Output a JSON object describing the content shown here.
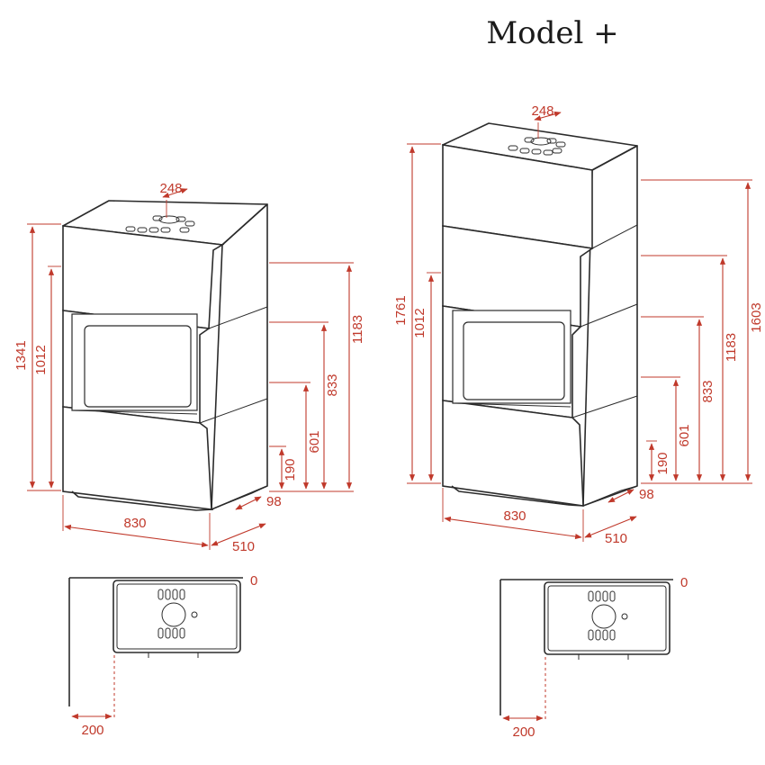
{
  "title": "Model +",
  "colors": {
    "dimension": "#c0392b",
    "outline": "#2b2b2b",
    "background": "#ffffff"
  },
  "left_model": {
    "dims": {
      "total_height": "1341",
      "door_top": "1012",
      "flue_height": "1183",
      "door_height": "833",
      "mid_height": "601",
      "air_inlet": "190",
      "depth_offset": "98",
      "width": "830",
      "depth": "510",
      "flue_offset": "248"
    },
    "plan": {
      "wall_zero": "0",
      "wall_distance": "200"
    }
  },
  "right_model": {
    "dims": {
      "total_height": "1761",
      "door_top": "1012",
      "flue_height": "1603",
      "upper_height": "1183",
      "door_height": "833",
      "mid_height": "601",
      "air_inlet": "190",
      "depth_offset": "98",
      "width": "830",
      "depth": "510",
      "flue_offset": "248"
    },
    "plan": {
      "wall_zero": "0",
      "wall_distance": "200"
    }
  }
}
